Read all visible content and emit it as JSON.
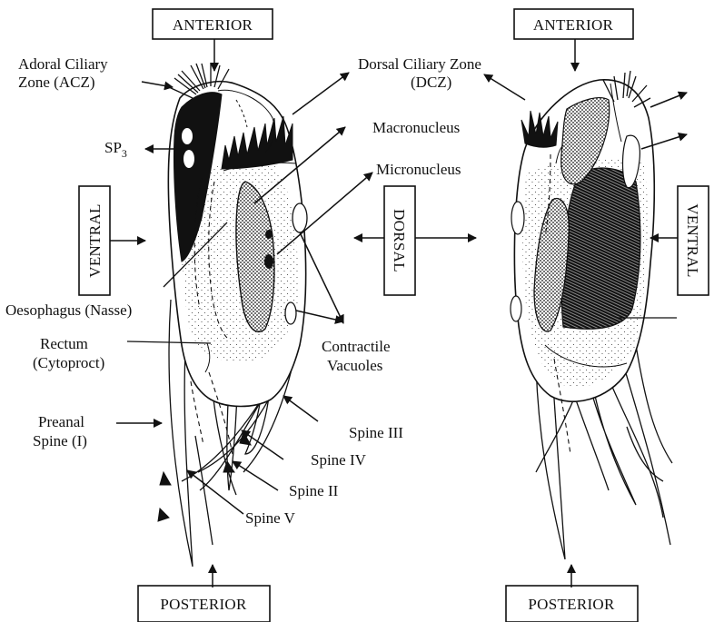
{
  "boxes": {
    "anterior_left": "ANTERIOR",
    "anterior_right": "ANTERIOR",
    "posterior_left": "POSTERIOR",
    "posterior_right": "POSTERIOR",
    "ventral_left": "VENTRAL",
    "dorsal_center": "DORSAL",
    "ventral_right": "VENTRAL"
  },
  "labels": {
    "adoral_line1": "Adoral Ciliary",
    "adoral_line2": "Zone (ACZ)",
    "dorsal_zone_line1": "Dorsal Ciliary Zone",
    "dorsal_zone_line2": "(DCZ)",
    "sp3_main": "SP",
    "sp3_sub": "3",
    "macronucleus": "Macronucleus",
    "micronucleus": "Micronucleus",
    "oesophagus": "Oesophagus (Nasse)",
    "rectum_line1": "Rectum",
    "rectum_line2": "(Cytoproct)",
    "contractile_line1": "Contractile",
    "contractile_line2": "Vacuoles",
    "preanal_line1": "Preanal",
    "preanal_line2": "Spine (I)",
    "spine3": "Spine III",
    "spine4": "Spine IV",
    "spine2": "Spine II",
    "spine5": "Spine V"
  }
}
